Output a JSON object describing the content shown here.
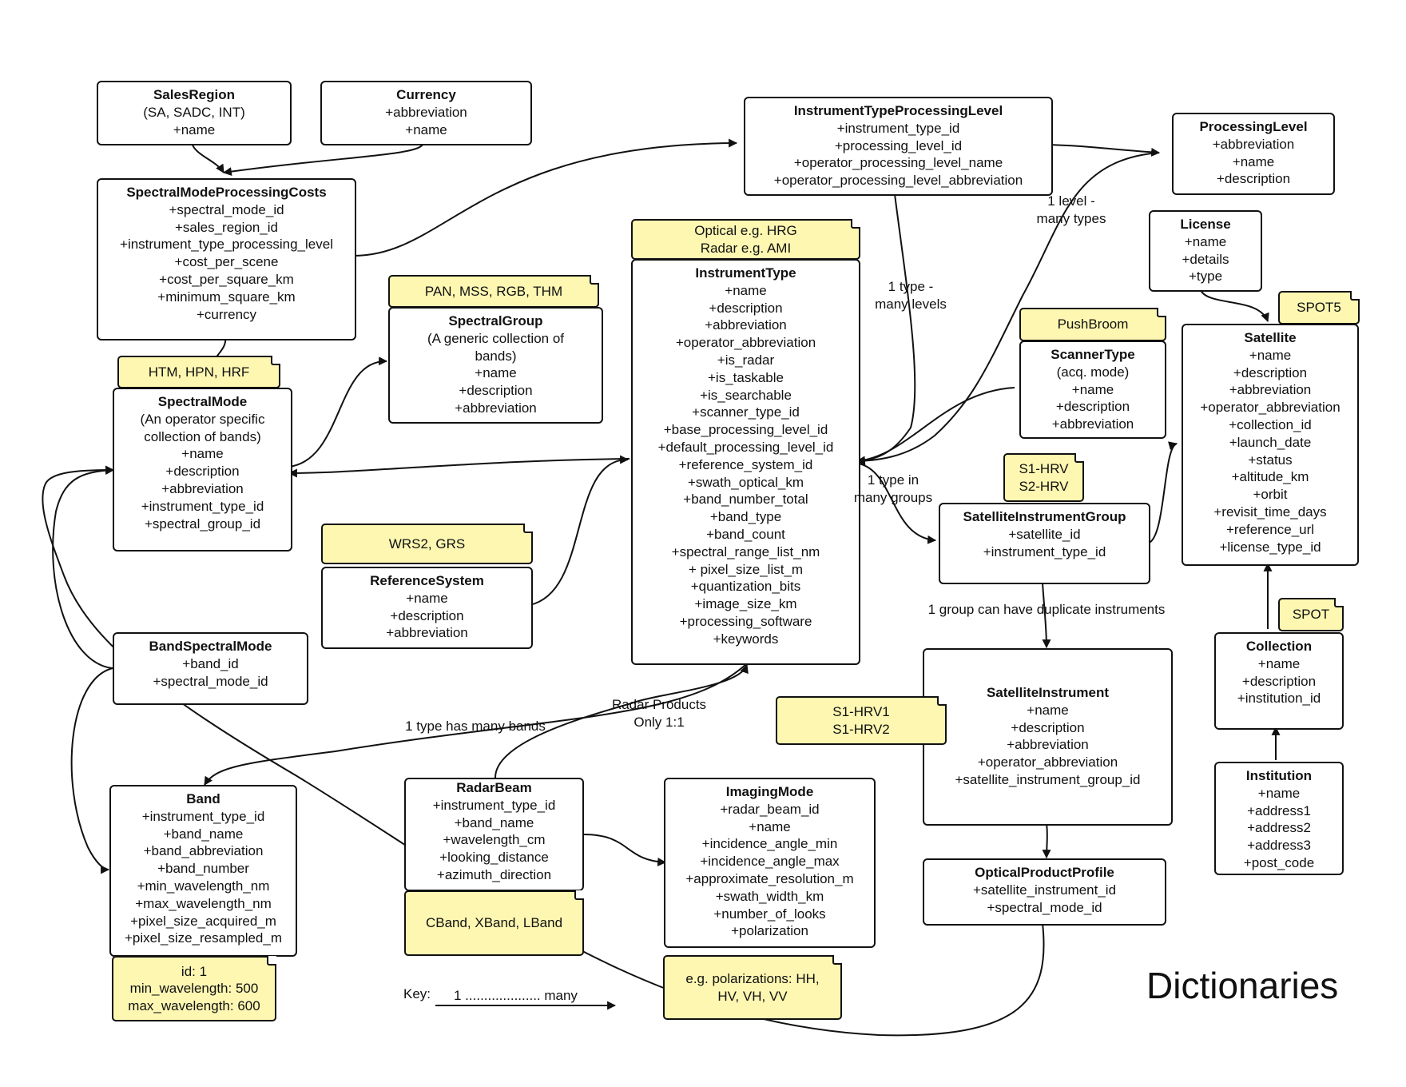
{
  "title": "Dictionaries",
  "key": {
    "label": "Key:",
    "text": "1 .................... many"
  },
  "entities": {
    "sales_region": {
      "title": "SalesRegion",
      "fields": [
        "(SA, SADC, INT)",
        "+name"
      ]
    },
    "currency": {
      "title": "Currency",
      "fields": [
        "+abbreviation",
        "+name"
      ]
    },
    "spectral_mode_processing_costs": {
      "title": "SpectralModeProcessingCosts",
      "fields": [
        "+spectral_mode_id",
        "+sales_region_id",
        "+instrument_type_processing_level",
        "+cost_per_scene",
        "+cost_per_square_km",
        "+minimum_square_km",
        "+currency"
      ]
    },
    "instrument_type_processing_level": {
      "title": "InstrumentTypeProcessingLevel",
      "fields": [
        "+instrument_type_id",
        "+processing_level_id",
        "+operator_processing_level_name",
        "+operator_processing_level_abbreviation"
      ]
    },
    "processing_level": {
      "title": "ProcessingLevel",
      "fields": [
        "+abbreviation",
        "+name",
        "+description"
      ]
    },
    "license": {
      "title": "License",
      "fields": [
        "+name",
        "+details",
        "+type"
      ]
    },
    "spectral_group": {
      "title": "SpectralGroup",
      "fields": [
        "(A generic collection of",
        "bands)",
        "+name",
        "+description",
        "+abbreviation"
      ]
    },
    "instrument_type": {
      "title": "InstrumentType",
      "fields": [
        "+name",
        "+description",
        "+abbreviation",
        "+operator_abbreviation",
        "+is_radar",
        "+is_taskable",
        "+is_searchable",
        "+scanner_type_id",
        "+base_processing_level_id",
        "+default_processing_level_id",
        "+reference_system_id",
        "+swath_optical_km",
        "+band_number_total",
        "+band_type",
        "+band_count",
        "+spectral_range_list_nm",
        "+ pixel_size_list_m",
        "+quantization_bits",
        "+image_size_km",
        "+processing_software",
        "+keywords"
      ]
    },
    "scanner_type": {
      "title": "ScannerType",
      "fields": [
        "(acq. mode)",
        "+name",
        "+description",
        "+abbreviation"
      ]
    },
    "satellite": {
      "title": "Satellite",
      "fields": [
        "+name",
        "+description",
        "+abbreviation",
        "+operator_abbreviation",
        "+collection_id",
        "+launch_date",
        "+status",
        "+altitude_km",
        "+orbit",
        "+revisit_time_days",
        "+reference_url",
        "+license_type_id"
      ]
    },
    "spectral_mode": {
      "title": "SpectralMode",
      "fields": [
        "(An operator specific",
        "collection of bands)",
        "+name",
        "+description",
        "+abbreviation",
        "+instrument_type_id",
        "+spectral_group_id"
      ]
    },
    "reference_system": {
      "title": "ReferenceSystem",
      "fields": [
        "+name",
        "+description",
        "+abbreviation"
      ]
    },
    "satellite_instrument_group": {
      "title": "SatelliteInstrumentGroup",
      "fields": [
        "+satellite_id",
        "+instrument_type_id"
      ]
    },
    "band_spectral_mode": {
      "title": "BandSpectralMode",
      "fields": [
        "+band_id",
        "+spectral_mode_id"
      ]
    },
    "collection": {
      "title": "Collection",
      "fields": [
        "+name",
        "+description",
        "+institution_id"
      ]
    },
    "satellite_instrument": {
      "title": "SatelliteInstrument",
      "fields": [
        "+name",
        "+description",
        "+abbreviation",
        "+operator_abbreviation",
        "+satellite_instrument_group_id"
      ]
    },
    "band": {
      "title": "Band",
      "fields": [
        "+instrument_type_id",
        "+band_name",
        "+band_abbreviation",
        "+band_number",
        "+min_wavelength_nm",
        "+max_wavelength_nm",
        "+pixel_size_acquired_m",
        "+pixel_size_resampled_m"
      ]
    },
    "radar_beam": {
      "title": "RadarBeam",
      "fields": [
        "+instrument_type_id",
        "+band_name",
        "+wavelength_cm",
        "+looking_distance",
        "+azimuth_direction"
      ]
    },
    "imaging_mode": {
      "title": "ImagingMode",
      "fields": [
        "+radar_beam_id",
        "+name",
        "+incidence_angle_min",
        "+incidence_angle_max",
        "+approximate_resolution_m",
        "+swath_width_km",
        "+number_of_looks",
        "+polarization"
      ]
    },
    "institution": {
      "title": "Institution",
      "fields": [
        "+name",
        "+address1",
        "+address2",
        "+address3",
        "+post_code"
      ]
    },
    "optical_product_profile": {
      "title": "OpticalProductProfile",
      "fields": [
        "+satellite_instrument_id",
        "+spectral_mode_id"
      ]
    }
  },
  "notes": {
    "optical_radar": [
      "Optical e.g. HRG",
      "Radar e.g. AMI"
    ],
    "spectral_groups": [
      "PAN, MSS, RGB, THM"
    ],
    "spectral_modes": [
      "HTM, HPN, HRF"
    ],
    "pushbroom": [
      "PushBroom"
    ],
    "spot5": [
      "SPOT5"
    ],
    "ref_systems": [
      "WRS2, GRS"
    ],
    "s1_hrv": [
      "S1-HRV",
      "S2-HRV"
    ],
    "spot": [
      "SPOT"
    ],
    "s1_hrv_12": [
      "S1-HRV1",
      "S1-HRV2"
    ],
    "bands_radar": [
      "CBand, XBand, LBand"
    ],
    "band_example": [
      "id: 1",
      "min_wavelength: 500",
      "max_wavelength: 600"
    ],
    "polarizations": [
      "e.g. polarizations: HH,",
      "HV, VH, VV"
    ]
  },
  "labels": {
    "one_level_many_types": [
      "1 level -",
      "many types"
    ],
    "one_type_many_levels": [
      "1 type -",
      "many levels"
    ],
    "one_type_many_groups": [
      "1 type in",
      "many groups"
    ],
    "duplicate_instruments": [
      "1 group can have duplicate instruments"
    ],
    "radar_products": [
      "Radar Products",
      "Only 1:1"
    ],
    "type_many_bands": [
      "1 type has many bands"
    ]
  }
}
